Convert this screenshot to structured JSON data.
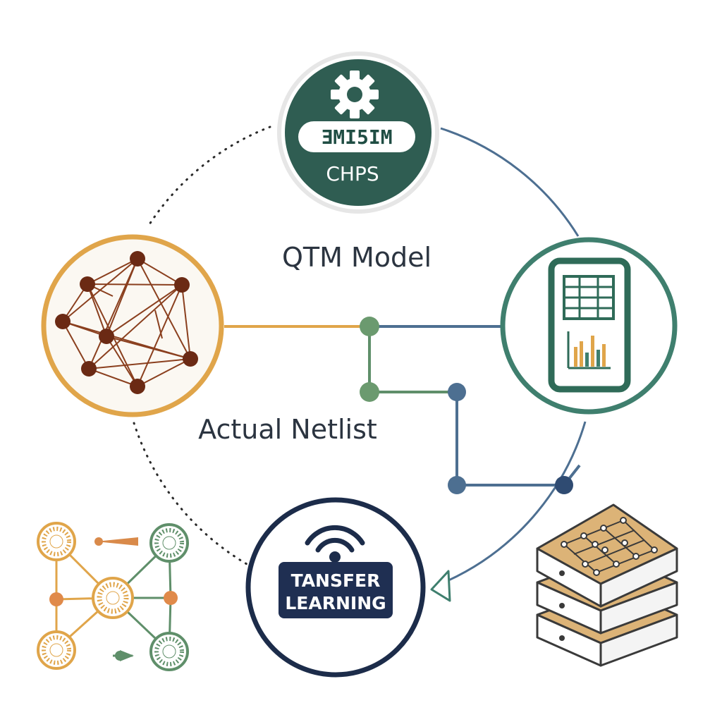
{
  "hub": {
    "pill_text": "ƎMI5IM",
    "label": "CHPS",
    "icon": "gear-icon"
  },
  "labels": {
    "qtm_model": "QTM Model",
    "actual_netlist": "Actual Netlist"
  },
  "transfer_learning": {
    "line1": "TANSFER",
    "line2": "LEARNING",
    "icon": "wifi-signal-icon"
  },
  "colors": {
    "hub_fill": "#2f5d52",
    "orange_ring": "#e0a54a",
    "node_brown": "#6b2a14",
    "teal_ring": "#3f7f6e",
    "navy_ring": "#1c2c4a",
    "slate_line": "#4d6f91",
    "green_line": "#5f8f6a",
    "tan_layer": "#dcb377"
  }
}
